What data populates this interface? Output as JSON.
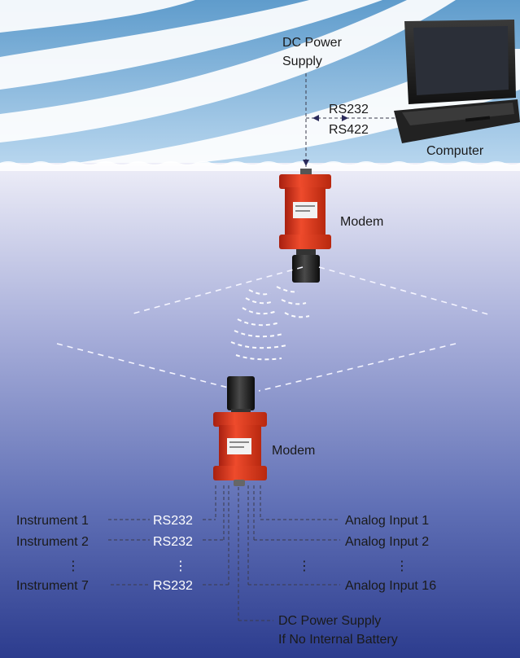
{
  "colors": {
    "sky_top": "#6fa7d2",
    "water_top": "#e6e6f4",
    "water_mid": "#6f7fbf",
    "water_bottom": "#2f3f90",
    "modem_red": "#d93a22",
    "transducer_black": "#1c1c1c"
  },
  "surface": {
    "power_label_line1": "DC Power",
    "power_label_line2": "Supply",
    "link_label_1": "RS232",
    "link_label_2": "RS422",
    "computer_label": "Computer"
  },
  "modems": {
    "top_label": "Modem",
    "bottom_label": "Modem"
  },
  "inputs": {
    "instruments": [
      {
        "label": "Instrument 1",
        "port": "RS232"
      },
      {
        "label": "Instrument 2",
        "port": "RS232"
      },
      {
        "label": "Instrument 7",
        "port": "RS232"
      }
    ],
    "analog": [
      "Analog Input 1",
      "Analog Input 2",
      "Analog Input 16"
    ],
    "ellipsis": "⋮",
    "power_line1": "DC Power Supply",
    "power_line2": "If No Internal Battery"
  },
  "icons": [
    "laptop-icon",
    "modem-icon",
    "acoustic-signal-icon"
  ]
}
